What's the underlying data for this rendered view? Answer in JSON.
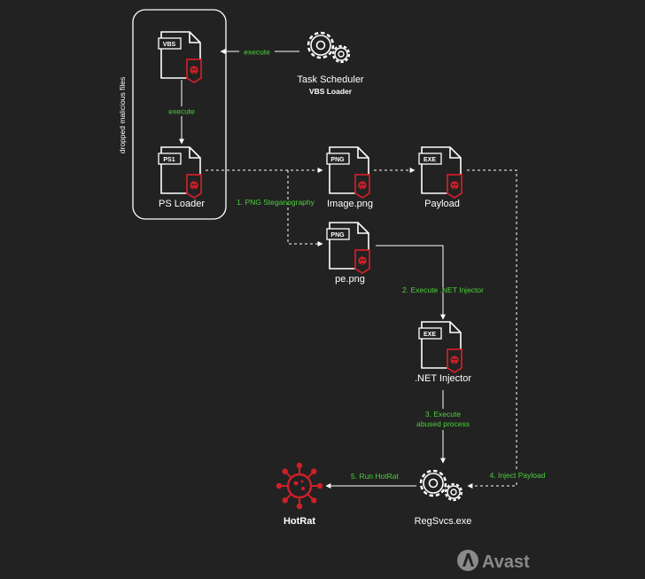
{
  "group": {
    "label": "dropped malicious files"
  },
  "nodes": {
    "vbs": {
      "tag": "VBS"
    },
    "ps_loader": {
      "tag": "PS1",
      "label": "PS Loader"
    },
    "task_scheduler": {
      "label": "Task Scheduler",
      "sublabel": "VBS Loader"
    },
    "image_png": {
      "tag": "PNG",
      "label": "Image.png"
    },
    "payload": {
      "tag": "EXE",
      "label": "Payload"
    },
    "pe_png": {
      "tag": "PNG",
      "label": "pe.png"
    },
    "net_injector": {
      "tag": "EXE",
      "label": ".NET Injector"
    },
    "regsvcs": {
      "label": "RegSvcs.exe"
    },
    "hotrat": {
      "label": "HotRat"
    }
  },
  "edges": {
    "execute_top": "execute",
    "execute_left": "execute",
    "png_steg": "1. PNG Steganography",
    "exec_net": "2. Execute .NET Injector",
    "exec_abused_1": "3. Execute",
    "exec_abused_2": "abused process",
    "inject_payload": "4. Inject Payload",
    "run_hotrat": "5. Run HotRat"
  },
  "brand": {
    "name": "Avast"
  },
  "colors": {
    "background": "#222222",
    "accent_green": "#4bd13a",
    "malware_red": "#d01f27",
    "line": "#ffffff"
  }
}
